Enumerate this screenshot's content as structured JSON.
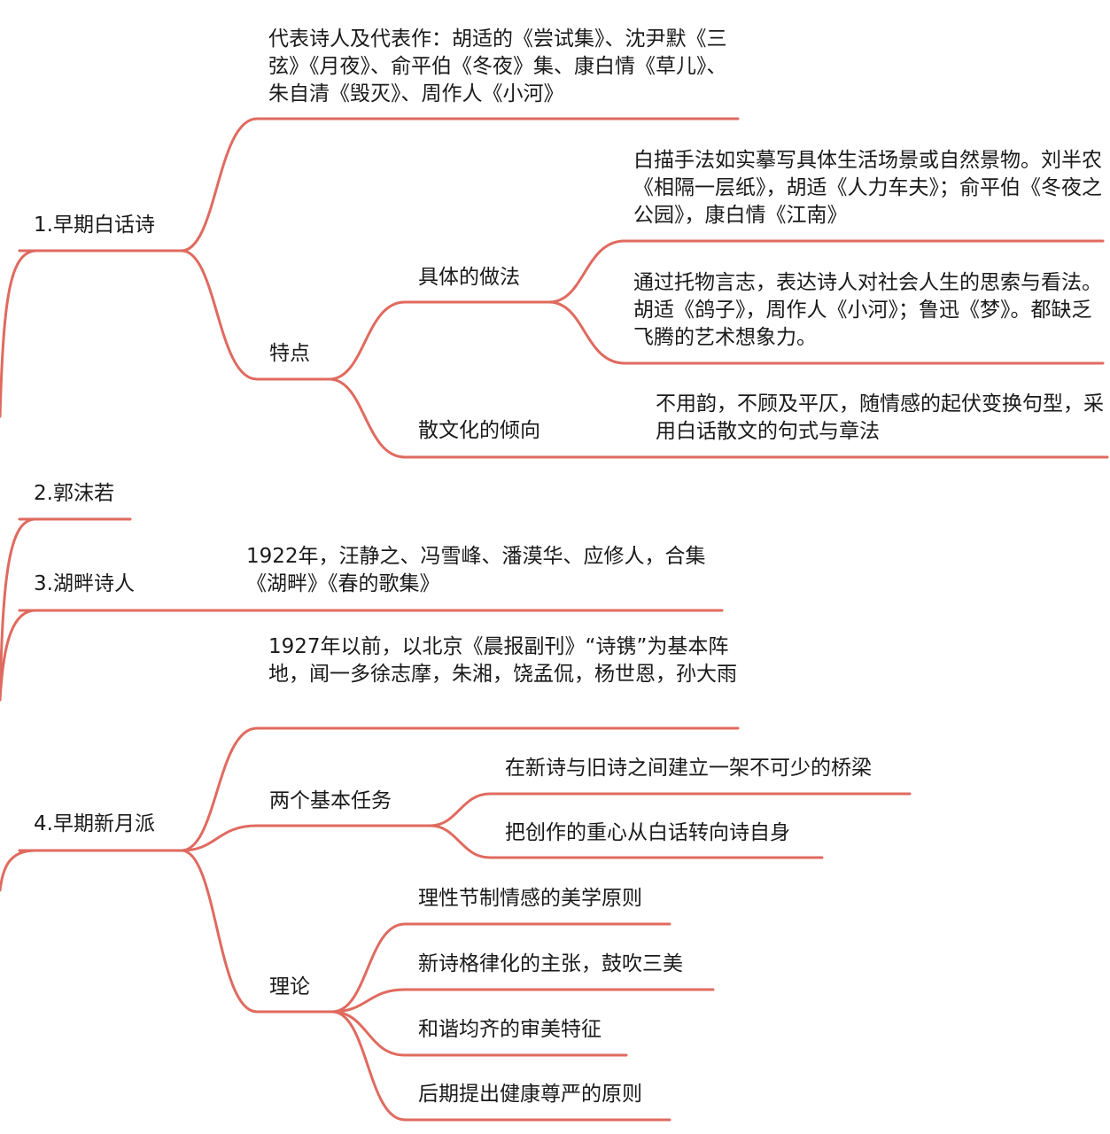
{
  "colors": {
    "branch": "#e06a5f",
    "text": "#1a1a1a",
    "background": "#ffffff"
  },
  "mindmap": {
    "b1": {
      "label": "1.早期白话诗",
      "rep": "代表诗人及代表作：胡适的《尝试集》、沈尹默《三弦》《月夜》、俞平伯《冬夜》集、康白情《草儿》、朱自清《毁灭》、周作人《小河》",
      "features": {
        "label": "特点",
        "method": {
          "label": "具体的做法",
          "items": [
            "白描手法如实摹写具体生活场景或自然景物。刘半农《相隔一层纸》，胡适《人力车夫》；俞平伯《冬夜之公园》，康白情《江南》",
            "通过托物言志，表达诗人对社会人生的思索与看法。胡适《鸽子》，周作人《小河》；鲁迅《梦》。都缺乏飞腾的艺术想象力。"
          ]
        },
        "prose": {
          "label": "散文化的倾向",
          "detail": "不用韵，不顾及平仄，随情感的起伏变换句型，采用白话散文的句式与章法"
        }
      }
    },
    "b2": {
      "label": "2.郭沫若"
    },
    "b3": {
      "label": "3.湖畔诗人",
      "detail": "1922年，汪静之、冯雪峰、潘漠华、应修人，合集《湖畔》《春的歌集》"
    },
    "b4": {
      "label": "4.早期新月派",
      "detail": "1927年以前，以北京《晨报副刊》“诗镌”为基本阵地，闻一多徐志摩，朱湘，饶孟侃，杨世恩，孙大雨",
      "tasks": {
        "label": "两个基本任务",
        "items": [
          "在新诗与旧诗之间建立一架不可少的桥梁",
          "把创作的重心从白话转向诗自身"
        ]
      },
      "theory": {
        "label": "理论",
        "items": [
          "理性节制情感的美学原则",
          "新诗格律化的主张，鼓吹三美",
          "和谐均齐的审美特征",
          "后期提出健康尊严的原则"
        ]
      }
    }
  }
}
